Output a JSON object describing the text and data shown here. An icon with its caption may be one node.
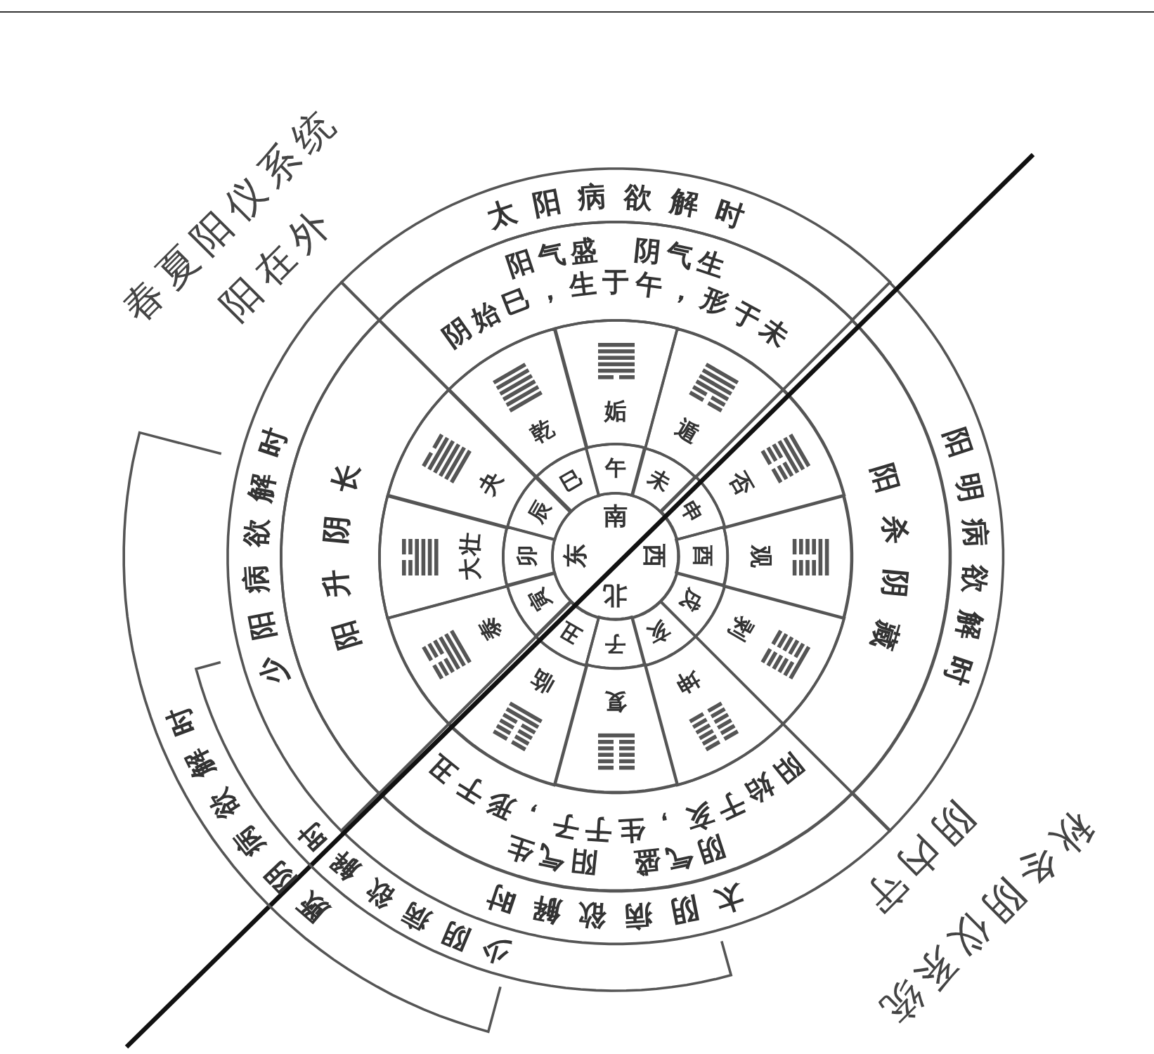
{
  "diagram": {
    "nodes": [
      {
        "text": [
          "南",
          "东",
          "西",
          "北"
        ]
      },
      {
        "text": [
          "午"
        ]
      },
      {
        "text": [
          "未"
        ]
      },
      {
        "text": [
          "申"
        ]
      },
      {
        "text": [
          "酉"
        ]
      },
      {
        "text": [
          "戌"
        ]
      },
      {
        "text": [
          "亥"
        ]
      },
      {
        "text": [
          "子"
        ]
      },
      {
        "text": [
          "丑"
        ]
      },
      {
        "text": [
          "寅"
        ]
      },
      {
        "text": [
          "卯"
        ]
      },
      {
        "text": [
          "辰"
        ]
      },
      {
        "text": [
          "巳"
        ]
      },
      {
        "text": [
          "姤"
        ]
      },
      {
        "text": [
          "遁"
        ]
      },
      {
        "text": [
          "否"
        ]
      },
      {
        "text": [
          "观"
        ]
      },
      {
        "text": [
          "剥"
        ]
      },
      {
        "text": [
          "坤"
        ]
      },
      {
        "text": [
          "复"
        ]
      },
      {
        "text": [
          "临"
        ]
      },
      {
        "text": [
          "泰"
        ]
      },
      {
        "text": [
          "大壮"
        ]
      },
      {
        "text": [
          "夬"
        ]
      },
      {
        "text": [
          "乾"
        ]
      },
      {
        "text": [
          "阳气盛 阴气生",
          "阴始巳，生于午，形于未"
        ]
      },
      {
        "text": [
          "阳杀阴藏"
        ]
      },
      {
        "text": [
          "阴气盛 阳气生",
          "阳始于亥，生于子，形于丑"
        ]
      },
      {
        "text": [
          "阳升阴长"
        ]
      },
      {
        "text": [
          "太阳病欲解时"
        ]
      },
      {
        "text": [
          "阳明病欲解时"
        ]
      },
      {
        "text": [
          "太阴病欲解时"
        ]
      },
      {
        "text": [
          "少阳病欲解时"
        ]
      }
    ],
    "labels": [
      "春夏阳仪系统",
      "阳在外",
      "少阴病欲解时",
      "厥阴病欲解时",
      "秋冬阴仪系统",
      "阴内守"
    ]
  }
}
